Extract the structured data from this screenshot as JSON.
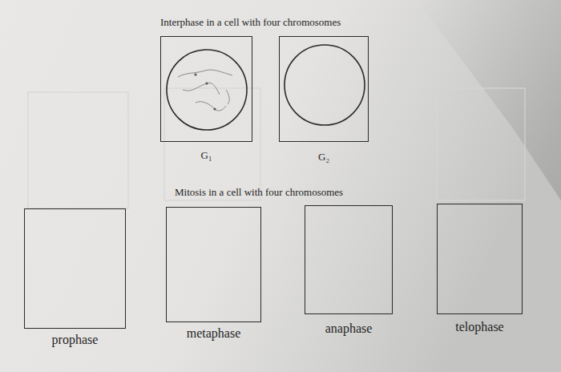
{
  "diagram": {
    "title": "Interphase in a cell with four chromosomes",
    "nodes": [
      {
        "text": [
          "G₁"
        ]
      },
      {
        "text": [
          "G₂"
        ]
      },
      {
        "text": [
          "prophase"
        ]
      },
      {
        "text": [
          "metaphase"
        ]
      },
      {
        "text": [
          "anaphase"
        ]
      },
      {
        "text": [
          "telophase"
        ]
      }
    ],
    "labels": [
      "Mitosis in a cell with four chromosomes"
    ]
  }
}
